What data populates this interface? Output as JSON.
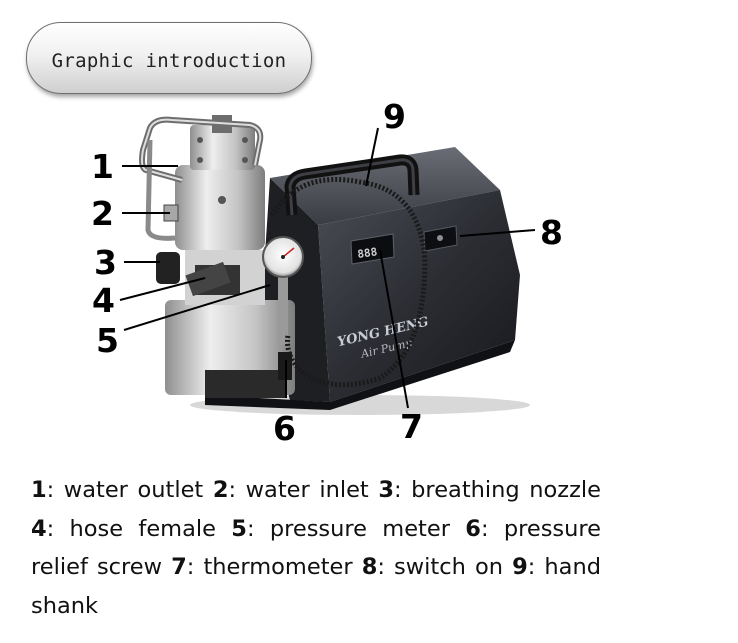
{
  "header": {
    "title": "Graphic introduction"
  },
  "illustration": {
    "brand_line1": "YONG HENG",
    "brand_line2": "Air Pump",
    "display_readout": "888",
    "callouts": [
      {
        "number": "1"
      },
      {
        "number": "2"
      },
      {
        "number": "3"
      },
      {
        "number": "4"
      },
      {
        "number": "5"
      },
      {
        "number": "6"
      },
      {
        "number": "7"
      },
      {
        "number": "8"
      },
      {
        "number": "9"
      }
    ]
  },
  "caption": {
    "items": [
      {
        "num": "1",
        "text": ": water outlet"
      },
      {
        "num": "2",
        "text": ": water inlet"
      },
      {
        "num": "3",
        "text": ": breathing nozzle"
      },
      {
        "num": "4",
        "text": ": hose female"
      },
      {
        "num": "5",
        "text": ": pressure meter"
      },
      {
        "num": "6",
        "text": ": pressure relief screw"
      },
      {
        "num": "7",
        "text": ": thermometer"
      },
      {
        "num": "8",
        "text": ": switch on"
      },
      {
        "num": "9",
        "text": ": hand shank"
      }
    ]
  },
  "colors": {
    "body_dark": "#2b2d33",
    "metal": "#c9c9c9",
    "background": "#ffffff"
  }
}
